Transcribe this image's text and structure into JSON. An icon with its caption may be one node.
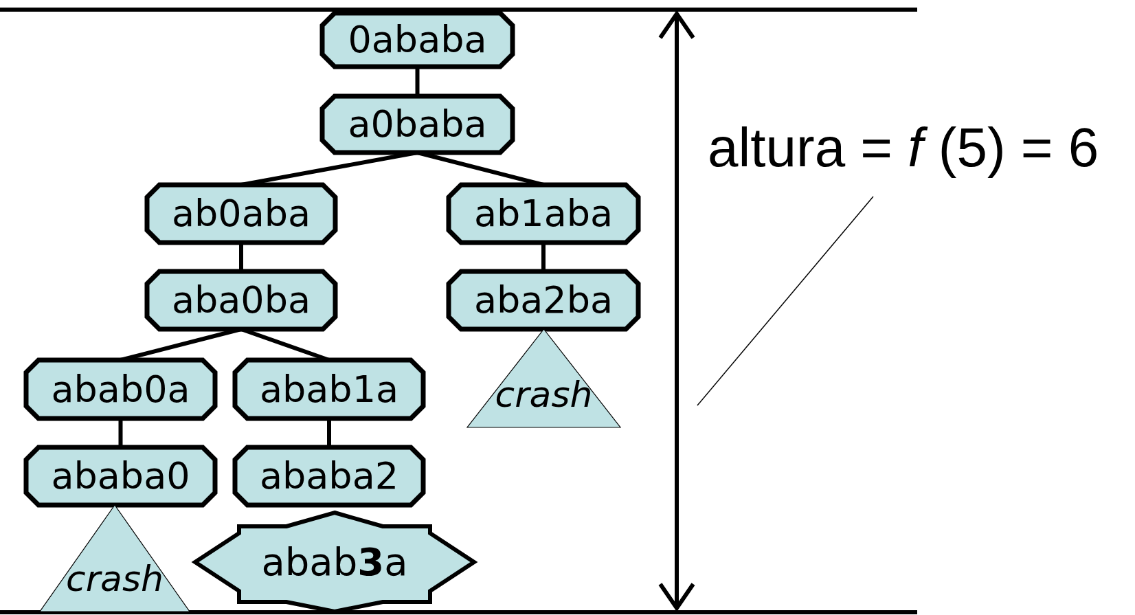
{
  "diagram": {
    "nodes": [
      {
        "text": [
          "0ababa"
        ]
      },
      {
        "text": [
          "a0baba"
        ]
      },
      {
        "text": [
          "ab0aba"
        ]
      },
      {
        "text": [
          "ab1aba"
        ]
      },
      {
        "text": [
          "aba0ba"
        ]
      },
      {
        "text": [
          "aba2ba"
        ]
      },
      {
        "text": [
          "abab0a"
        ]
      },
      {
        "text": [
          "abab1a"
        ]
      },
      {
        "text": [
          "crash"
        ]
      },
      {
        "text": [
          "ababa0"
        ]
      },
      {
        "text": [
          "ababa2"
        ]
      },
      {
        "text": [
          "crash"
        ]
      },
      {
        "text": [
          "abab**3**a"
        ]
      },
      {
        "text": [
          "altura = *f* (5) = 6"
        ]
      }
    ],
    "edges": [
      {
        "from": 0,
        "to": 1,
        "arrow": "none"
      },
      {
        "from": 1,
        "to": 2,
        "arrow": "none"
      },
      {
        "from": 1,
        "to": 3,
        "arrow": "none"
      },
      {
        "from": 2,
        "to": 4,
        "arrow": "none"
      },
      {
        "from": 3,
        "to": 5,
        "arrow": "none"
      },
      {
        "from": 4,
        "to": 6,
        "arrow": "none"
      },
      {
        "from": 4,
        "to": 7,
        "arrow": "none"
      },
      {
        "from": 6,
        "to": 9,
        "arrow": "none"
      },
      {
        "from": 7,
        "to": 10,
        "arrow": "none"
      },
      {
        "from": 13,
        "to": null,
        "arrow": "none"
      }
    ]
  }
}
